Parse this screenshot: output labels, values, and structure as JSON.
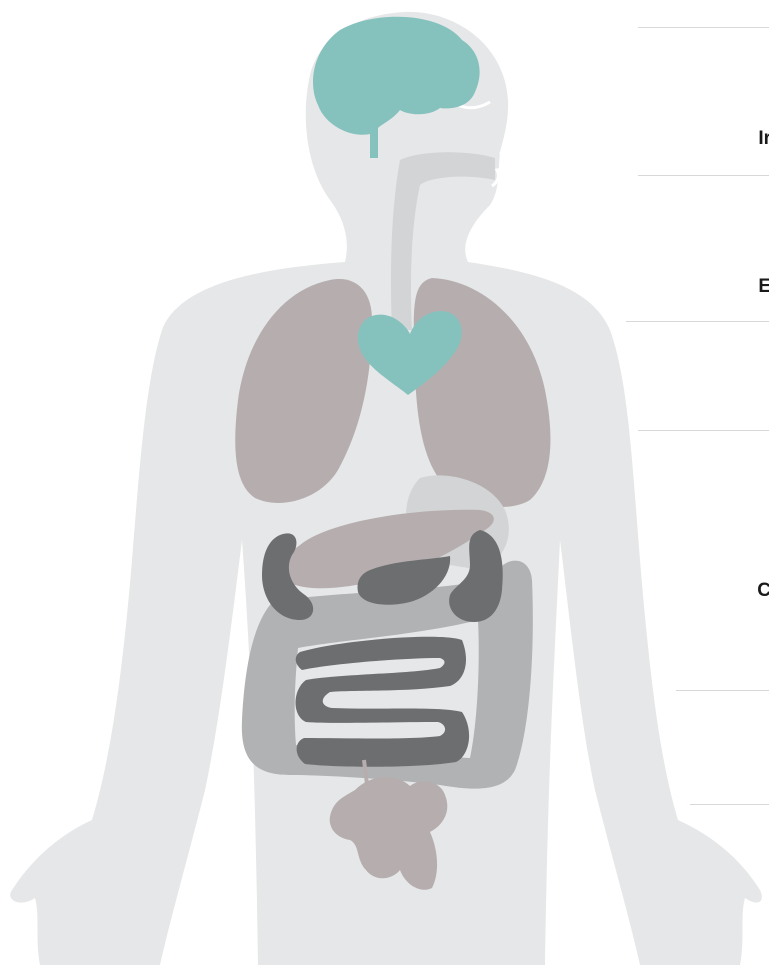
{
  "colors": {
    "body": "#e6e7e8",
    "brain": "#85c1bd",
    "heart": "#85c1bd",
    "lung": "#b6aeae",
    "liver": "#b6aeae",
    "esophagus": "#d3d4d5",
    "stomach": "#d3d4d5",
    "kidney": "#6d6e70",
    "spleen": "#6d6e70",
    "large_intestine": "#b1b2b4",
    "small_intestine": "#6d6e70",
    "reproductive": "#b6aeae",
    "divider": "#d8d8d8"
  },
  "side_labels": [
    {
      "id": "label-1",
      "text": "Ir"
    },
    {
      "id": "label-2",
      "text": "E"
    },
    {
      "id": "label-3",
      "text": "C"
    }
  ]
}
